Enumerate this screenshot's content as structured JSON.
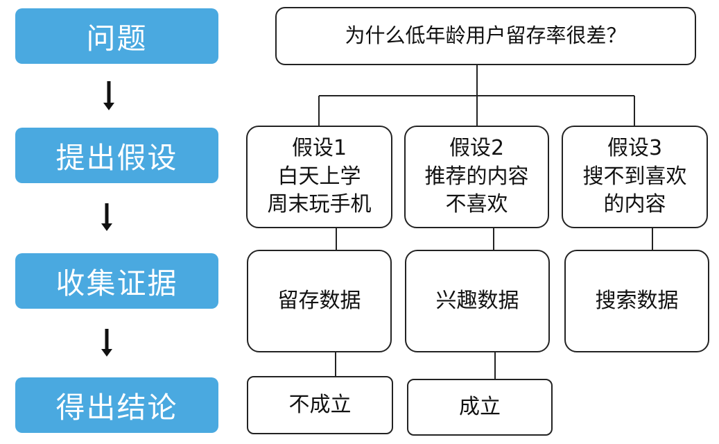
{
  "steps": [
    "问题",
    "提出假设",
    "收集证据",
    "得出结论"
  ],
  "question": "为什么低年龄用户留存率很差？",
  "hypotheses": [
    {
      "lines": [
        "假设1",
        "白天上学",
        "周末玩手机"
      ],
      "evidence": "留存数据",
      "conclusion": "不成立"
    },
    {
      "lines": [
        "假设2",
        "推荐的内容",
        "不喜欢"
      ],
      "evidence": "兴趣数据",
      "conclusion": "成立"
    },
    {
      "lines": [
        "假设3",
        "搜不到喜欢",
        "的内容"
      ],
      "evidence": "搜索数据",
      "conclusion": ""
    }
  ],
  "colors": {
    "step_fill": "#4aa9e0",
    "step_text": "#ffffff",
    "line": "#222222"
  }
}
